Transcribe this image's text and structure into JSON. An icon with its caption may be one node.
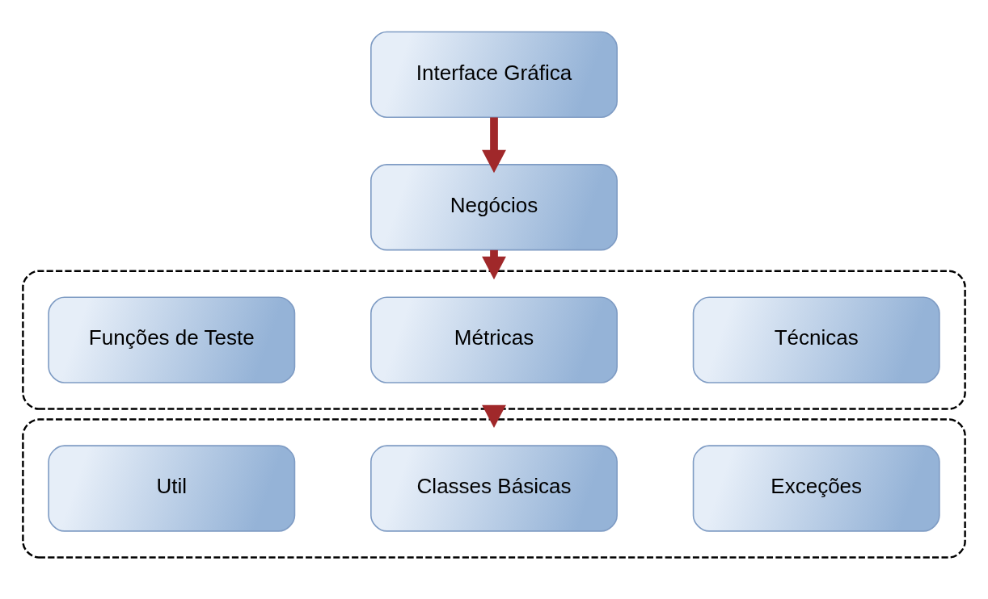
{
  "diagram": {
    "nodes": [
      {
        "text": [
          "Interface Gráfica"
        ]
      },
      {
        "text": [
          "Negócios"
        ]
      },
      {
        "text": [],
        "shape": "box"
      },
      {
        "text": [
          "Técnicas"
        ],
        "in": 2
      },
      {
        "text": [
          "Métricas"
        ],
        "in": 2
      },
      {
        "text": [
          "Funções de Teste"
        ],
        "in": 2
      },
      {
        "text": [],
        "shape": "box"
      },
      {
        "text": [
          "Exceções"
        ],
        "in": 6
      },
      {
        "text": [
          "Classes Básicas"
        ],
        "in": 6
      },
      {
        "text": [
          "Util"
        ],
        "in": 6
      }
    ],
    "edges": [
      {
        "from": 0,
        "to": 1,
        "arrow": "to"
      },
      {
        "from": 1,
        "to": 2,
        "arrow": "to"
      },
      {
        "from": 2,
        "to": 6,
        "arrow": "to"
      }
    ]
  }
}
